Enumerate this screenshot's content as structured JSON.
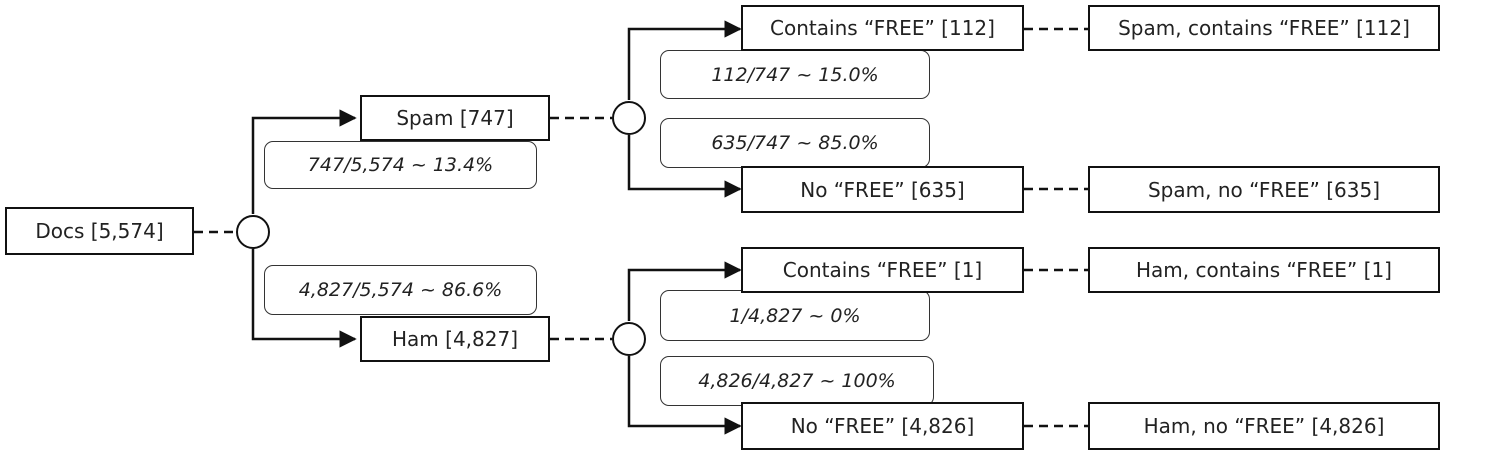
{
  "root": {
    "label": "Docs [5,574]"
  },
  "level1": {
    "spam": {
      "label": "Spam [747]",
      "prob": "747/5,574 ~ 13.4%"
    },
    "ham": {
      "label": "Ham [4,827]",
      "prob": "4,827/5,574 ~ 86.6%"
    }
  },
  "level2": {
    "spam_free": {
      "label": "Contains “FREE” [112]",
      "prob": "112/747 ~ 15.0%",
      "result": "Spam, contains “FREE” [112]"
    },
    "spam_nofree": {
      "label": "No “FREE” [635]",
      "prob": "635/747 ~ 85.0%",
      "result": "Spam, no “FREE” [635]"
    },
    "ham_free": {
      "label": "Contains “FREE” [1]",
      "prob": "1/4,827 ~ 0%",
      "result": "Ham, contains “FREE” [1]"
    },
    "ham_nofree": {
      "label": "No “FREE” [4,826]",
      "prob": "4,826/4,827 ~ 100%",
      "result": "Ham, no “FREE” [4,826]"
    }
  }
}
